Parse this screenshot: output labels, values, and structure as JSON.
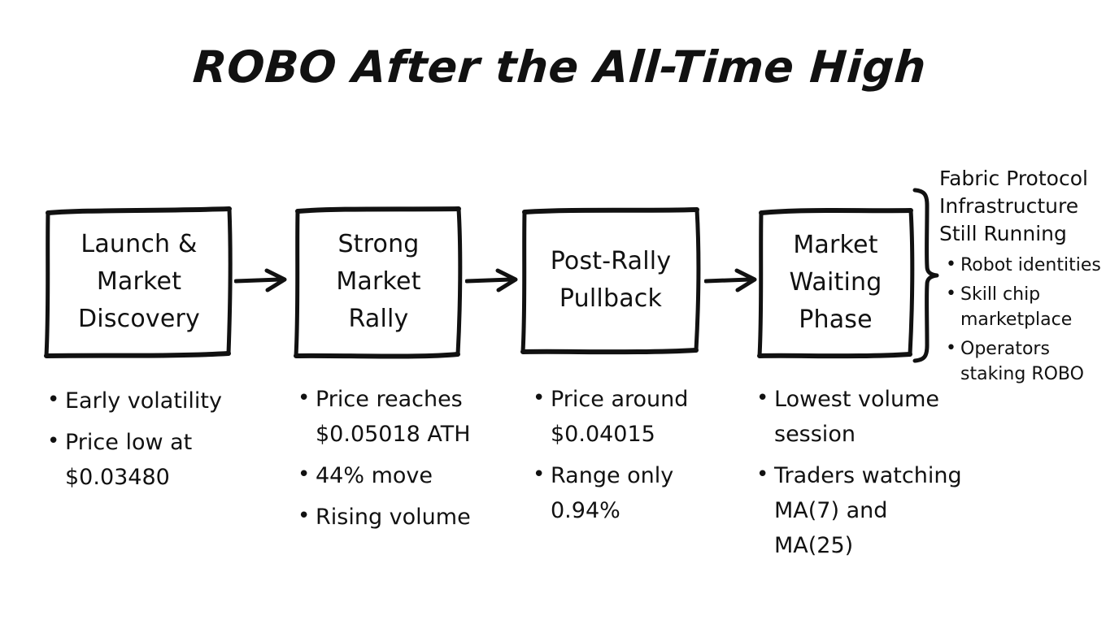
{
  "page": {
    "title": "ROBO After the All-Time High",
    "background_color": "#ffffff",
    "ink_color": "#111111"
  },
  "flow": {
    "stages": [
      {
        "id": "launch-market-discovery",
        "box_label": "Launch &\nMarket\nDiscovery",
        "bullets": [
          "Early volatility",
          "Price low at $0.03480"
        ]
      },
      {
        "id": "strong-market-rally",
        "box_label": "Strong\nMarket\nRally",
        "bullets": [
          "Price reaches $0.05018 ATH",
          "44% move",
          "Rising volume"
        ]
      },
      {
        "id": "post-rally-pullback",
        "box_label": "Post-Rally\nPullback",
        "bullets": [
          "Price around $0.04015",
          "Range only 0.94%"
        ]
      },
      {
        "id": "market-waiting-phase",
        "box_label": "Market\nWaiting\nPhase",
        "bullets": [
          "Lowest volume session",
          "Traders watching MA(7) and MA(25)"
        ]
      }
    ],
    "connectors": [
      "arrow-right",
      "arrow-right",
      "arrow-right"
    ]
  },
  "side_panel": {
    "brace": "curly-brace-right",
    "title": "Fabric Protocol\nInfrastructure\nStill Running",
    "items": [
      "Robot identities",
      "Skill chip marketplace",
      "Operators staking ROBO"
    ]
  }
}
